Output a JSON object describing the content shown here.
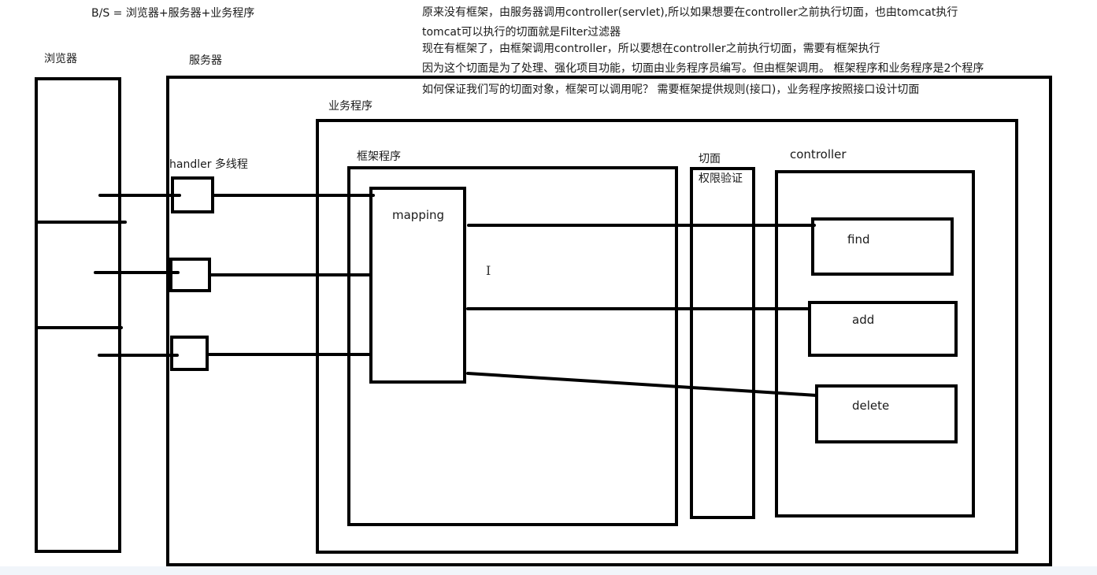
{
  "header": {
    "bs_formula": "B/S = 浏览器+服务器+业务程序"
  },
  "notes": [
    "原来没有框架，由服务器调用controller(servlet),所以如果想要在controller之前执行切面，也由tomcat执行",
    "tomcat可以执行的切面就是Filter过滤器",
    "现在有框架了，由框架调用controller，所以要想在controller之前执行切面，需要有框架执行",
    "因为这个切面是为了处理、强化项目功能，切面由业务程序员编写。但由框架调用。 框架程序和业务程序是2个程序",
    "如何保证我们写的切面对象，框架可以调用呢？ 需要框架提供规则(接口)，业务程序按照接口设计切面"
  ],
  "labels": {
    "browser": "浏览器",
    "server": "服务器",
    "business_program": "业务程序",
    "handler": "handler  多线程",
    "framework_program": "框架程序",
    "mapping": "mapping",
    "aspect": "切面",
    "permission_check": "权限验证",
    "controller": "controller"
  },
  "controller_methods": [
    "find",
    "add",
    "delete"
  ],
  "colors": {
    "stroke": "#000000",
    "text": "#1a1a1a",
    "bottom_strip": "#f1f5fa"
  }
}
